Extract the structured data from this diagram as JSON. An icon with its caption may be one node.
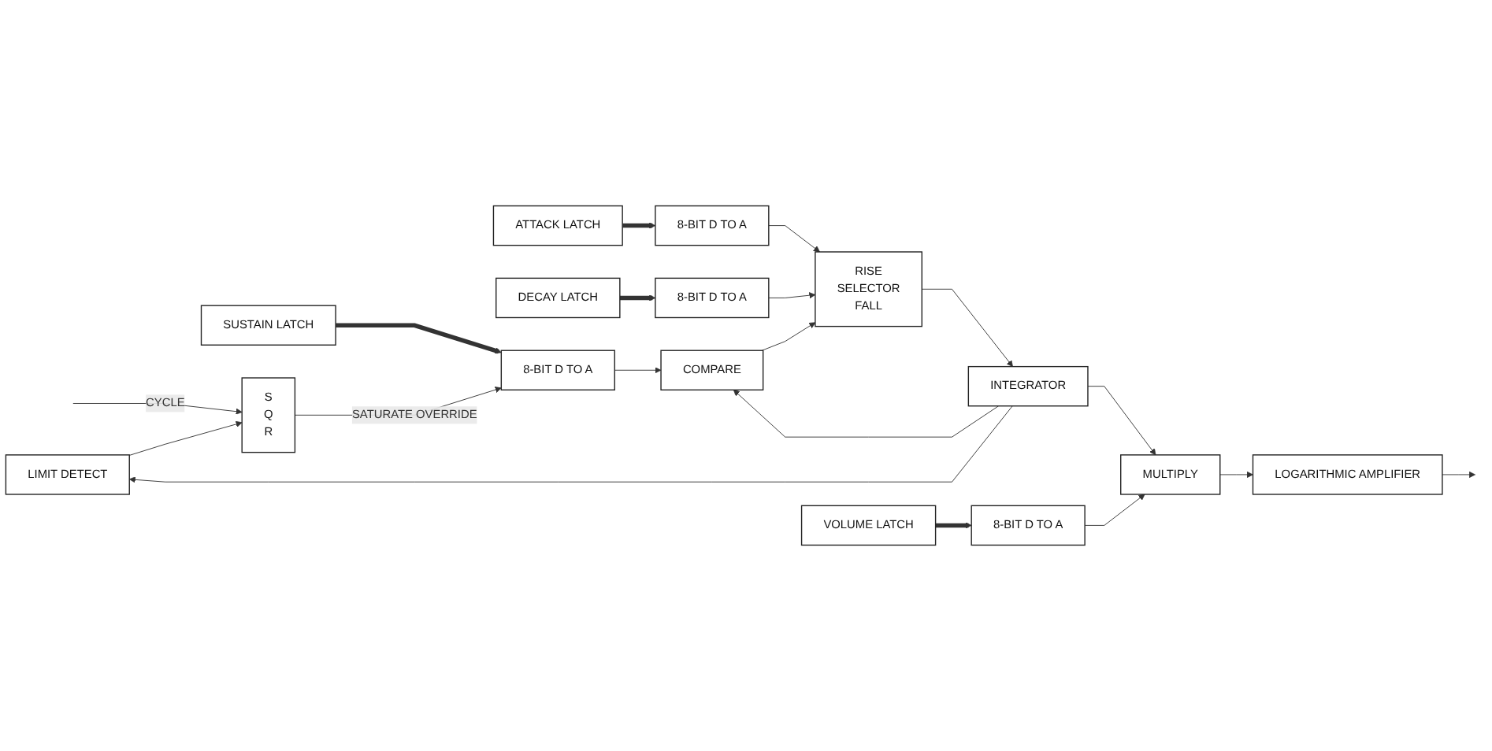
{
  "diagram": {
    "nodes": [
      {
        "text": [
          "ATTACK LATCH"
        ]
      },
      {
        "text": [
          "8-BIT D TO A"
        ]
      },
      {
        "text": [
          "RISE",
          "SELECTOR",
          "FALL"
        ]
      },
      {
        "text": [
          "INTEGRATOR"
        ]
      },
      {
        "text": [
          "DECAY LATCH"
        ]
      },
      {
        "text": [
          "8-BIT D TO A"
        ]
      },
      {
        "text": [
          "SUSTAIN LATCH"
        ]
      },
      {
        "text": [
          "8-BIT D TO A"
        ]
      },
      {
        "text": [
          "COMPARE"
        ]
      },
      {
        "text": [
          "MULTIPLY"
        ]
      },
      {
        "text": [
          "LOGARITHMIC AMPLIFIER"
        ]
      },
      {
        "text": [
          "S",
          "Q",
          "R"
        ]
      },
      {
        "text": [
          "LIMIT DETECT"
        ]
      },
      {
        "text": [
          "VOLUME LATCH"
        ]
      },
      {
        "text": [
          "8-BIT D TO A"
        ]
      }
    ],
    "edges": [
      {
        "from": 0,
        "to": 1,
        "arrow": "to",
        "style": "thick"
      },
      {
        "from": 1,
        "to": 2,
        "arrow": "to"
      },
      {
        "from": 4,
        "to": 5,
        "arrow": "to",
        "style": "thick"
      },
      {
        "from": 5,
        "to": 2,
        "arrow": "to"
      },
      {
        "from": 2,
        "to": 3,
        "arrow": "to"
      },
      {
        "from": 6,
        "to": 7,
        "arrow": "to",
        "style": "thick"
      },
      {
        "from": 7,
        "to": 8,
        "arrow": "to"
      },
      {
        "from": 8,
        "to": 2,
        "arrow": "to"
      },
      {
        "from": 3,
        "to": 9,
        "arrow": "to"
      },
      {
        "from": 3,
        "to": 8,
        "arrow": "to"
      },
      {
        "from": 3,
        "to": 12,
        "arrow": "to"
      },
      {
        "from": 9,
        "to": 10,
        "arrow": "to"
      },
      {
        "from": 10,
        "to": null,
        "arrow": "to"
      },
      {
        "from": null,
        "to": 11,
        "arrow": "to",
        "label": "CYCLE"
      },
      {
        "from": 11,
        "to": 7,
        "arrow": "to",
        "label": "SATURATE OVERRIDE"
      },
      {
        "from": 12,
        "to": 11,
        "arrow": "to"
      },
      {
        "from": 13,
        "to": 14,
        "arrow": "to",
        "style": "thick"
      },
      {
        "from": 14,
        "to": 9,
        "arrow": "to"
      }
    ]
  }
}
